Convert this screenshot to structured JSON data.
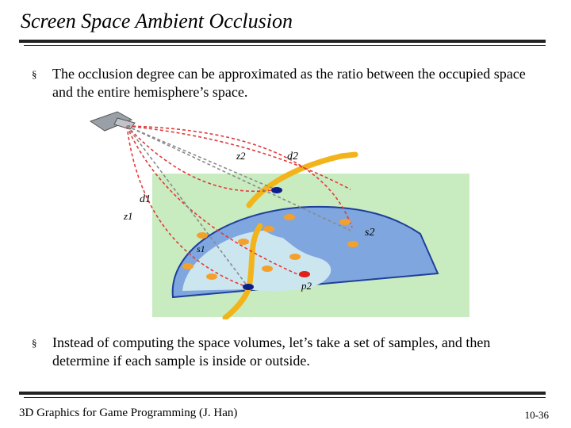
{
  "slide": {
    "title": "Screen Space Ambient Occlusion",
    "bullet_marker": "§",
    "bullets": [
      "The occlusion degree can be approximated as the ratio between the occupied space and the entire hemisphere’s space.",
      "Instead of computing the space volumes, let’s take a set of samples, and then determine if each sample is inside or outside."
    ],
    "footer": {
      "left": "3D Graphics for Game Programming (J. Han)",
      "right": "10-36"
    }
  },
  "diagram": {
    "labels": {
      "z2": "z2",
      "d2": "d2",
      "d1": "d1",
      "z1": "z1",
      "s1": "s1",
      "s2": "s2",
      "p2": "p2"
    },
    "colors": {
      "background_green": "#c8ecc0",
      "hemisphere_fill": "#7fa6de",
      "inner_fill": "#cce6ef",
      "surface": "#f2b41a",
      "sample": "#f4a02c",
      "projection_point": "#e0201a",
      "surface_point": "#0d1e8a",
      "ray_red": "#e23a3a",
      "ray_gray": "#8a8a8a"
    }
  }
}
